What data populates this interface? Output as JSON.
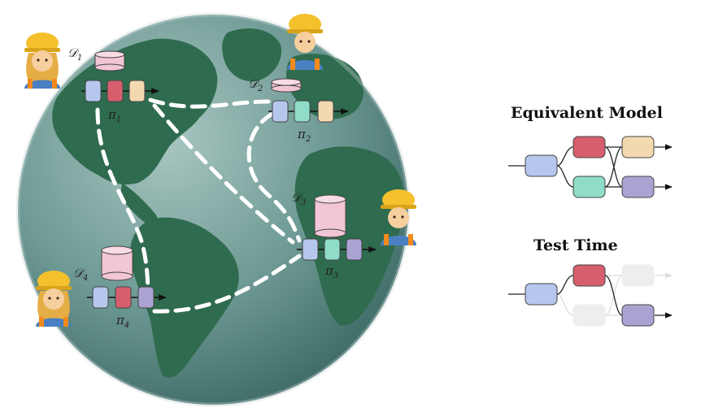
{
  "equivalent_model": {
    "title": "Equivalent Model"
  },
  "test_time": {
    "title": "Test Time"
  },
  "colors": {
    "blue": "#b6c7ee",
    "red": "#d65f6d",
    "peach": "#f2d9b0",
    "teal": "#8fdcc8",
    "purple": "#aaa3d2",
    "pink": "#f2c6d6",
    "ocean": "#5d8f8a",
    "land": "#2e6a4d"
  },
  "sites": [
    {
      "label": "𝒟",
      "label_sub": "1",
      "policy": "π",
      "policy_sub": "1",
      "blocks": [
        "blue",
        "red",
        "peach"
      ],
      "worker_icon": "worker-emoji"
    },
    {
      "label": "𝒟",
      "label_sub": "2",
      "policy": "π",
      "policy_sub": "2",
      "blocks": [
        "blue",
        "teal",
        "peach"
      ],
      "worker_icon": "worker-emoji"
    },
    {
      "label": "𝒟",
      "label_sub": "3",
      "policy": "π",
      "policy_sub": "3",
      "blocks": [
        "blue",
        "teal",
        "purple"
      ],
      "worker_icon": "worker-emoji"
    },
    {
      "label": "𝒟",
      "label_sub": "4",
      "policy": "π",
      "policy_sub": "4",
      "blocks": [
        "blue",
        "red",
        "purple"
      ],
      "worker_icon": "worker-emoji"
    }
  ]
}
